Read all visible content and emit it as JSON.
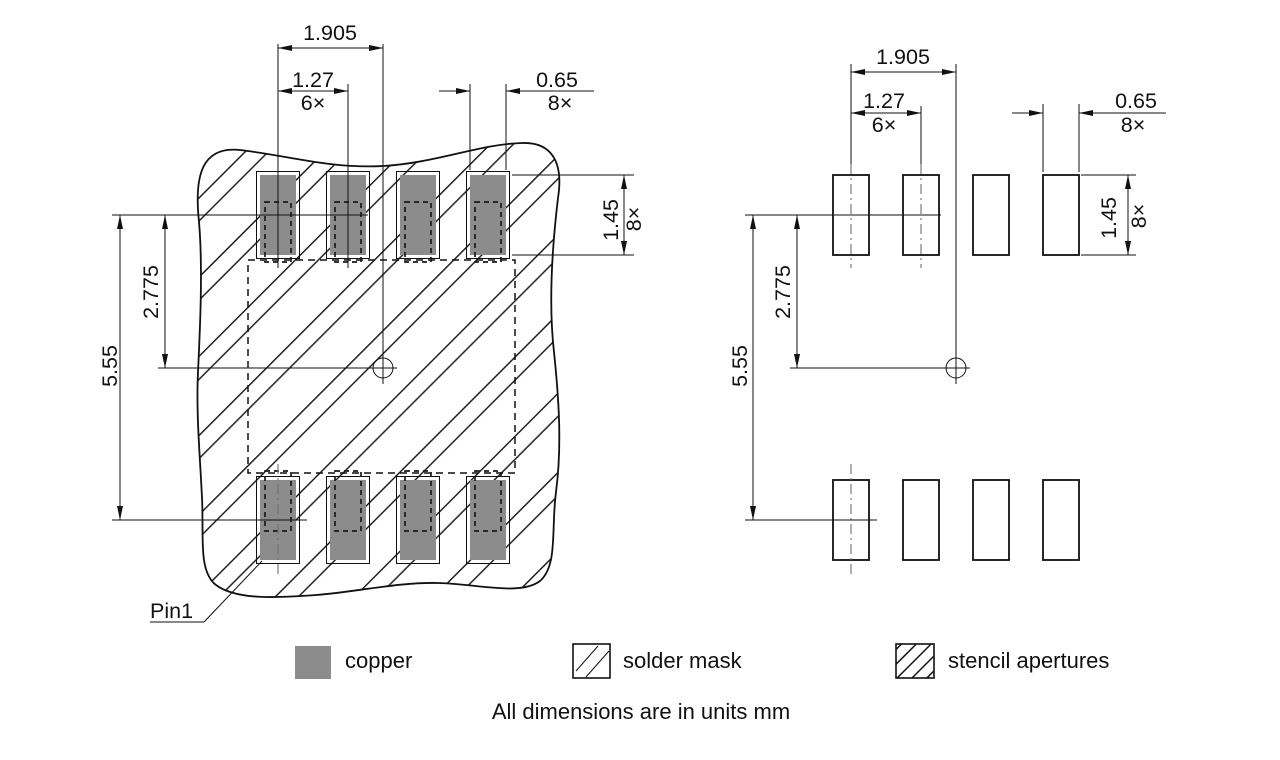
{
  "drawing": {
    "dims": {
      "center_offset": "1.905",
      "pitch": "1.27",
      "pitch_qty": "6×",
      "pad_width": "0.65",
      "qty8": "8×",
      "pad_height": "1.45",
      "row_offset": "2.775",
      "row_span": "5.55"
    },
    "pin1": "Pin1"
  },
  "legend": {
    "copper": "copper",
    "solder_mask": "solder mask",
    "stencil_apertures": "stencil apertures"
  },
  "footer": {
    "note": "All dimensions are in units mm"
  },
  "colors": {
    "copper_fill": "#8c8c8c",
    "line_color": "#111111"
  }
}
